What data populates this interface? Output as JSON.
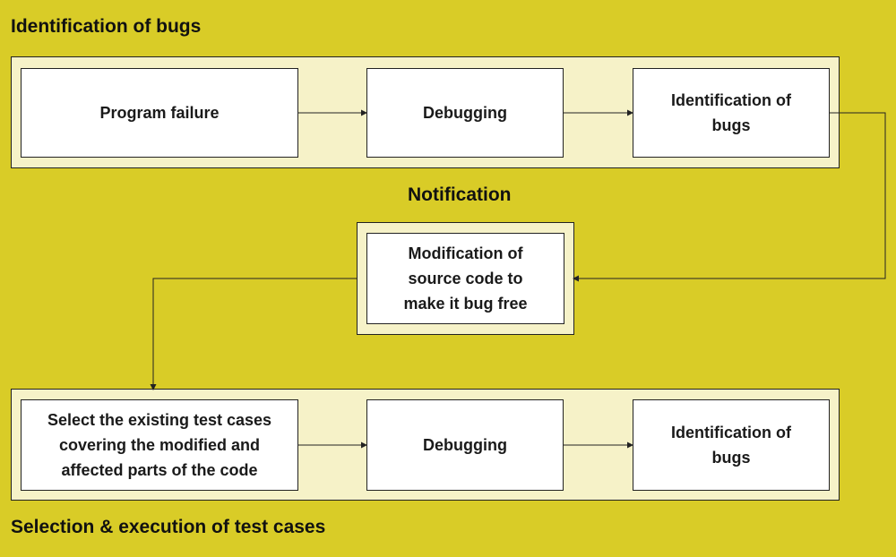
{
  "titles": {
    "identification": "Identification of bugs",
    "notification": "Notification",
    "selection": "Selection & execution of test cases"
  },
  "top_row": {
    "program_failure": "Program failure",
    "debugging": "Debugging",
    "identification": "Identification of bugs"
  },
  "middle": {
    "modification": "Modification of source code to make it bug free"
  },
  "bottom_row": {
    "select_tests": "Select the existing test cases covering the modified and affected parts of the code",
    "debugging": "Debugging",
    "identification": "Identification of bugs"
  },
  "colors": {
    "background": "#d9cc27",
    "group_fill": "#f6f2c8",
    "node_fill": "#ffffff",
    "line": "#222222"
  }
}
